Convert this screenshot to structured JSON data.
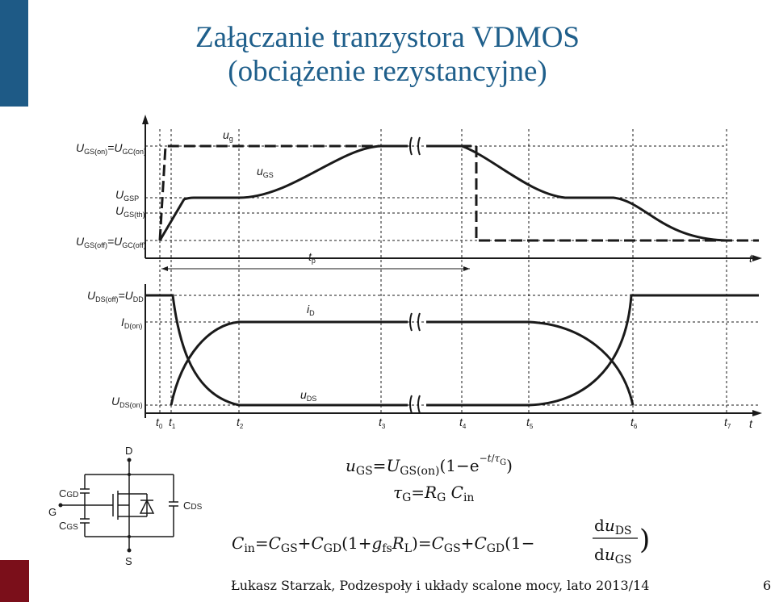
{
  "slide": {
    "title_line1": "Załączanie tranzystora VDMOS",
    "title_line2": "(obciążenie rezystancyjne)",
    "footer": "Łukasz Starzak, Podzespoły i układy scalone mocy, lato 2013/14",
    "page_number": "6"
  },
  "colors": {
    "accent": "#1e5a86",
    "title": "#1f5f8b",
    "logo": "#7b0f1a"
  },
  "diagram": {
    "labels": {
      "ug": "u",
      "ug_sub": "g",
      "ugs": "u",
      "ugs_sub": "GS",
      "tp": "t",
      "tp_sub": "p",
      "t_axis": "t",
      "id": "i",
      "id_sub": "D",
      "uds": "u",
      "uds_sub": "DS",
      "ugs_on": "U",
      "ugs_on_sub": "GS(on)",
      "ugc_on": "=U",
      "ugc_on_sub": "GC(on)",
      "ugsp": "U",
      "ugsp_sub": "GSP",
      "ugsth": "U",
      "ugsth_sub": "GS(th)",
      "ugs_off": "U",
      "ugs_off_sub": "GS(off)",
      "ugc_off": "=U",
      "ugc_off_sub": "GC(off)",
      "uds_off": "U",
      "uds_off_sub": "DS(off)",
      "udd": "=U",
      "udd_sub": "DD",
      "id_on": "I",
      "id_on_sub": "D(on)",
      "uds_on": "U",
      "uds_on_sub": "DS(on)"
    },
    "time_ticks": [
      {
        "t": "t",
        "sub": "0"
      },
      {
        "t": "t",
        "sub": "1"
      },
      {
        "t": "t",
        "sub": "2"
      },
      {
        "t": "t",
        "sub": "3"
      },
      {
        "t": "t",
        "sub": "4"
      },
      {
        "t": "t",
        "sub": "5"
      },
      {
        "t": "t",
        "sub": "6"
      },
      {
        "t": "t",
        "sub": "7"
      }
    ]
  },
  "circuit": {
    "D": "D",
    "S": "S",
    "G": "G",
    "CGD": "C",
    "CGD_sub": "GD",
    "CGS": "C",
    "CGS_sub": "GS",
    "CDS": "C",
    "CDS_sub": "DS"
  },
  "equations": {
    "eq1": "u GS=U GS(on)(1−e −t/τ G)",
    "eq2": "τ G=R G C in",
    "eq3": "C in=C GS+C GD(1+g fs R L)=C GS+C GD(1− du DS/du GS)"
  }
}
